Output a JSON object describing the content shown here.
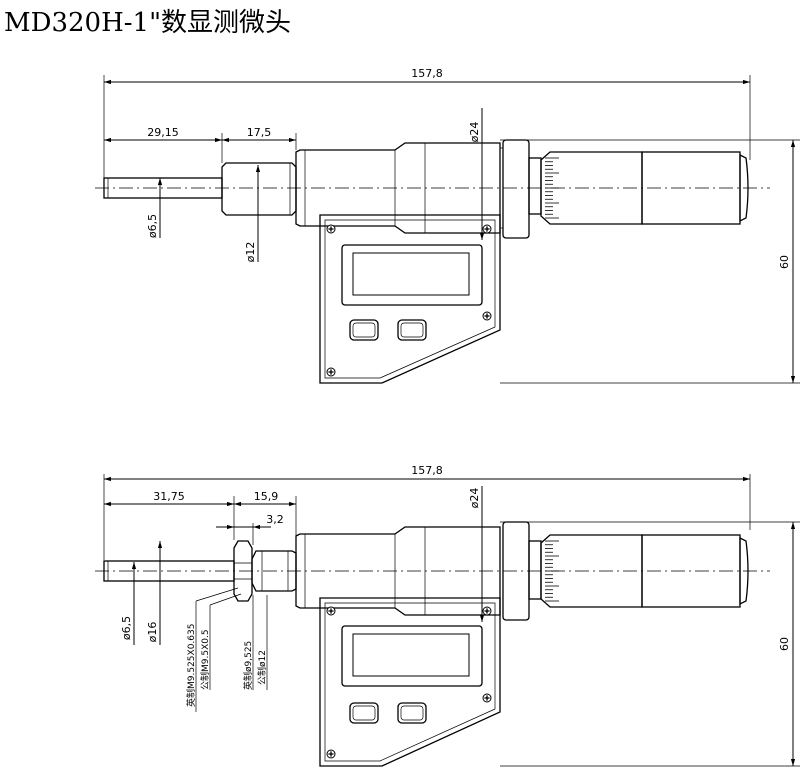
{
  "title": "MD320H-1\"数显测微头",
  "view_top": {
    "overall_length": "157,8",
    "spindle_length": "29,15",
    "sleeve_length": "17,5",
    "frame_diameter": "ø24",
    "spindle_diameter": "ø6,5",
    "sleeve_diameter": "ø12",
    "height": "60"
  },
  "view_bottom": {
    "overall_length": "157,8",
    "spindle_length": "31,75",
    "nut_length": "15,9",
    "thread_length": "3,2",
    "frame_diameter": "ø24",
    "spindle_diameter": "ø6,5",
    "nut_diameter": "ø16",
    "thread_spec_imperial": "英制M9.525X0.635",
    "thread_spec_metric": "公制M9.5X0.5",
    "stem_spec_imperial": "英制ø9,525",
    "stem_spec_metric": "公制ø12",
    "height": "60"
  },
  "icons": [
    "screw-icon",
    "lcd-display",
    "button-icon",
    "knurl-pattern"
  ]
}
